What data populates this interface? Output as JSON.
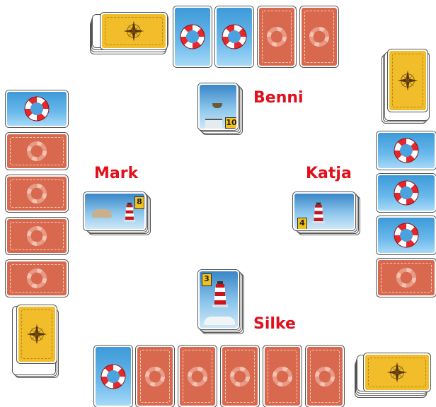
{
  "players": {
    "top": {
      "name": "Benni",
      "card_value": "10"
    },
    "left": {
      "name": "Mark",
      "card_value": "8"
    },
    "right": {
      "name": "Katja",
      "card_value": "4"
    },
    "bottom": {
      "name": "Silke",
      "card_value": "3"
    }
  },
  "piles": {
    "draw_pile_icon": "compass-rose-icon",
    "lifebuoy_icon": "lifebuoy-icon"
  },
  "rows": {
    "top": [
      "yellow-stack",
      "lifebuoy",
      "lifebuoy",
      "orange",
      "orange"
    ],
    "left": [
      "lifebuoy",
      "orange",
      "orange",
      "orange",
      "orange",
      "yellow-stack"
    ],
    "right": [
      "yellow-stack",
      "lifebuoy",
      "lifebuoy",
      "lifebuoy",
      "orange"
    ],
    "bottom": [
      "lifebuoy",
      "orange",
      "orange",
      "orange",
      "orange",
      "orange",
      "yellow-stack"
    ]
  },
  "colors": {
    "name_red": "#e0101c",
    "card_orange": "#d9694e",
    "card_blue": "#4aa3de",
    "card_yellow": "#f1bd2b"
  }
}
